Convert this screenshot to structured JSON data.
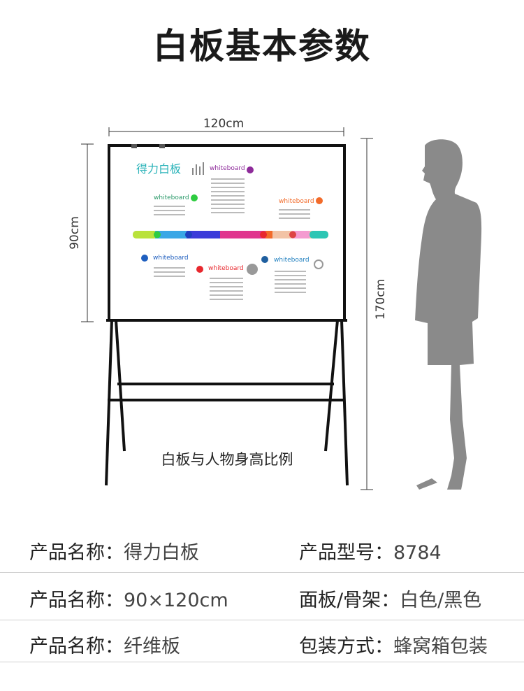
{
  "title": "白板基本参数",
  "dimensions": {
    "width_label": "120cm",
    "height_label": "90cm",
    "person_label": "170cm"
  },
  "board_graphic": {
    "heading": "得力白板",
    "word": "whiteboard"
  },
  "caption": "白板与人物身高比例",
  "specs": [
    {
      "left_key": "产品名称：",
      "left_value": "得力白板",
      "right_key": "产品型号：",
      "right_value": "8784"
    },
    {
      "left_key": "产品名称：",
      "left_value": "90×120cm",
      "right_key": "面板/骨架：",
      "right_value": "白色/黑色"
    },
    {
      "left_key": "产品名称：",
      "left_value": "纤维板",
      "right_key": "包装方式：",
      "right_value": "蜂窝箱包装"
    }
  ],
  "colors": {
    "frame": "#111111",
    "person": "#8a8a8a",
    "heading_teal": "#2bb3b9",
    "purple": "#8e2b9a",
    "green": "#2ecc40",
    "orange": "#f26b2a",
    "blue": "#1f5fbf",
    "red": "#e8282e"
  }
}
